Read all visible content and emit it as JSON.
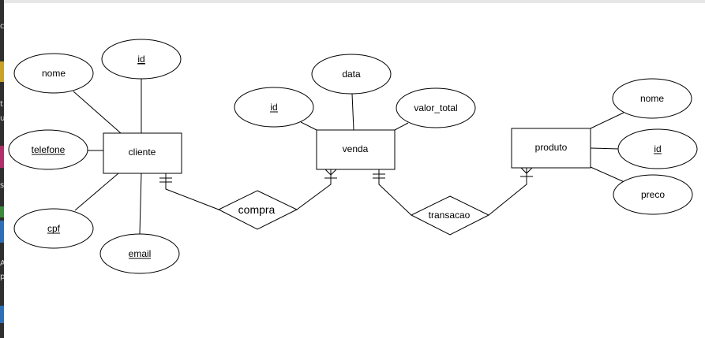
{
  "palette": {
    "line": "#000000",
    "fill": "#ffffff",
    "background": "#ffffff"
  },
  "entities": {
    "cliente": "cliente",
    "venda": "venda",
    "produto": "produto"
  },
  "relationships": {
    "compra": "compra",
    "transacao": "transacao"
  },
  "attributes": {
    "cliente": {
      "nome": "nome",
      "id": "id",
      "telefone": "telefone",
      "cpf": "cpf",
      "email": "email"
    },
    "venda": {
      "id": "id",
      "data": "data",
      "valor_total": "valor_total"
    },
    "produto": {
      "nome": "nome",
      "id": "id",
      "preco": "preco"
    }
  },
  "left_strip_glyphs": [
    "c",
    "t",
    "u",
    "s",
    "A",
    "p"
  ]
}
